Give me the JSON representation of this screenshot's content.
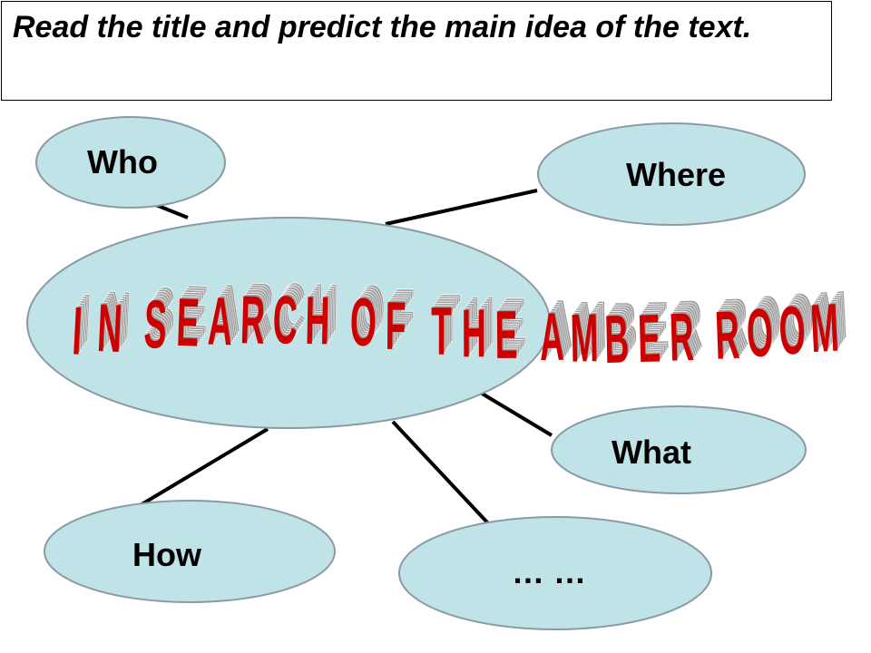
{
  "instruction": "Read the title and predict the main idea of the text.",
  "title": {
    "line": "IN SEARCH OF THE AMBER ROOM"
  },
  "nodes": {
    "who": "Who",
    "where": "Where",
    "what": "What",
    "how": "How",
    "etc": "… …"
  },
  "colors": {
    "bubble_fill": "#bfe3e6",
    "bubble_stroke": "#8a9aa6",
    "title_red": "#cc0000",
    "title_shadow": "#a0a0a0"
  }
}
